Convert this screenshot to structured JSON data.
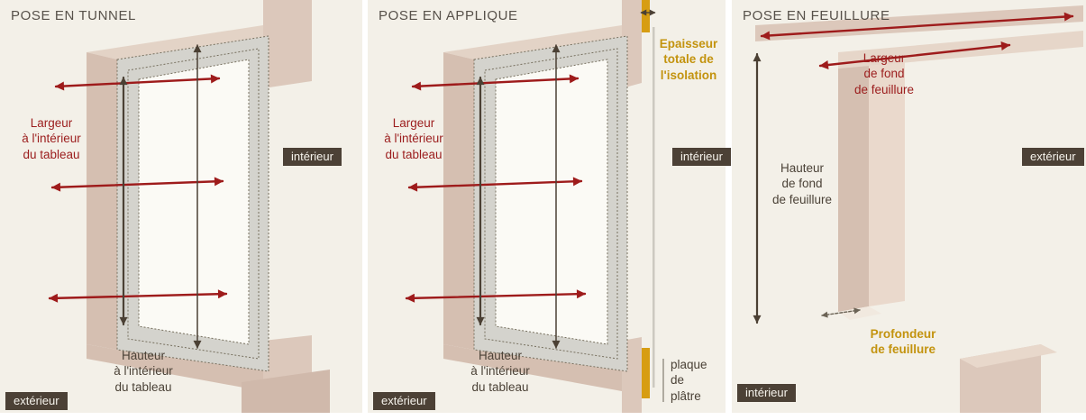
{
  "panels": {
    "tunnel": {
      "title": "POSE EN TUNNEL",
      "width_label": "Largeur\nà l'intérieur\ndu tableau",
      "height_label": "Hauteur\nà l'intérieur\ndu tableau",
      "interior_badge": "intérieur",
      "exterior_badge": "extérieur"
    },
    "applique": {
      "title": "POSE EN APPLIQUE",
      "width_label": "Largeur\nà l'intérieur\ndu tableau",
      "height_label": "Hauteur\nà l'intérieur\ndu tableau",
      "insulation_label": "Epaisseur\ntotale de\nl'isolation",
      "plaster_label": "plaque\nde\nplâtre",
      "interior_badge": "intérieur",
      "exterior_badge": "extérieur"
    },
    "feuillure": {
      "title": "POSE EN FEUILLURE",
      "width_label": "Largeur\nde fond\nde feuillure",
      "height_label": "Hauteur\nde fond\nde feuillure",
      "depth_label": "Profondeur\nde feuillure",
      "exterior_badge": "extérieur",
      "interior_badge": "intérieur"
    }
  },
  "colors": {
    "panel_bg": "#f3f0e8",
    "wall_beige": "#dcc8bb",
    "wall_shadow": "#d5bfb1",
    "wall_light": "#e6d6c9",
    "frame_gray": "#d4d3cd",
    "glass_white": "#fbfaf5",
    "arrow_red": "#9e1b1b",
    "arrow_dark": "#4b4034",
    "gold_accent": "#d79d12",
    "text_red": "#9b1c1c",
    "text_dark": "#4b4237",
    "text_gold": "#c3930e",
    "badge_bg": "#4c4136",
    "badge_text": "#f6f3ec",
    "title_text": "#57514a"
  }
}
